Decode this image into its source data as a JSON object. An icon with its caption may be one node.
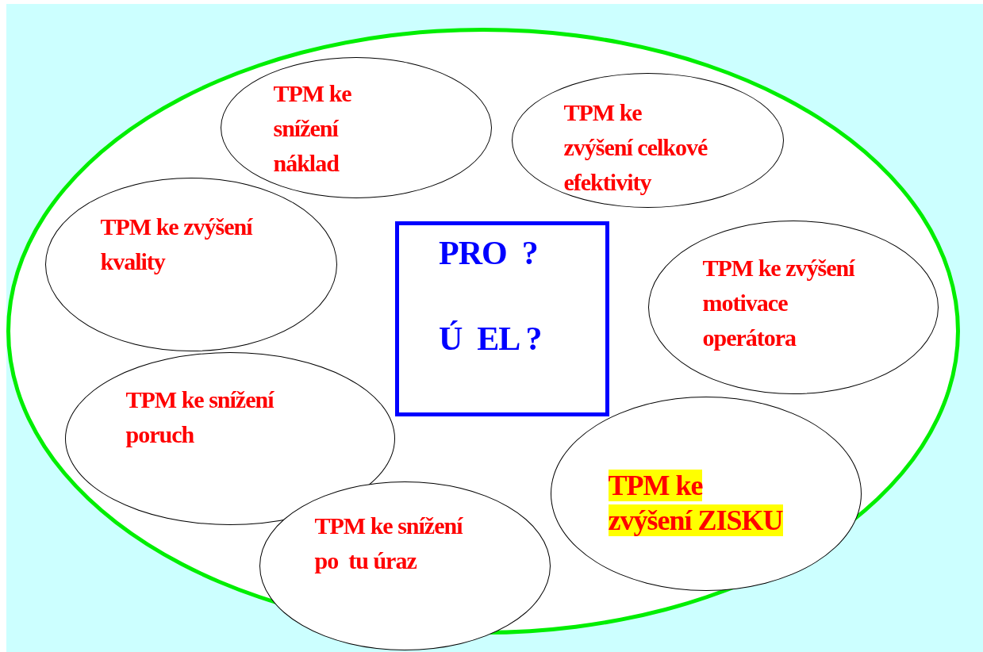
{
  "diagram": {
    "nodes": [
      {
        "text": [],
        "shape": "circle"
      },
      {
        "text": [
          "TPM ke snížení náklad"
        ],
        "in": 0
      },
      {
        "text": [
          "TPM ke zvýšení celkové efektivity"
        ],
        "in": 0
      },
      {
        "text": [
          "TPM ke zvýšení kvality"
        ],
        "in": 0
      },
      {
        "text": [
          "PRO  ?",
          "Ú  EL ?"
        ],
        "in": 0
      },
      {
        "text": [
          "TPM ke zvýšení motivace operátora"
        ],
        "in": 0
      },
      {
        "text": [
          "TPM ke snížení poruch"
        ],
        "in": 0
      },
      {
        "text": [
          "TPM ke zvýšení ZISKU"
        ],
        "in": 0
      },
      {
        "text": [
          "TPM ke snížení po  tu úraz"
        ]
      }
    ]
  }
}
